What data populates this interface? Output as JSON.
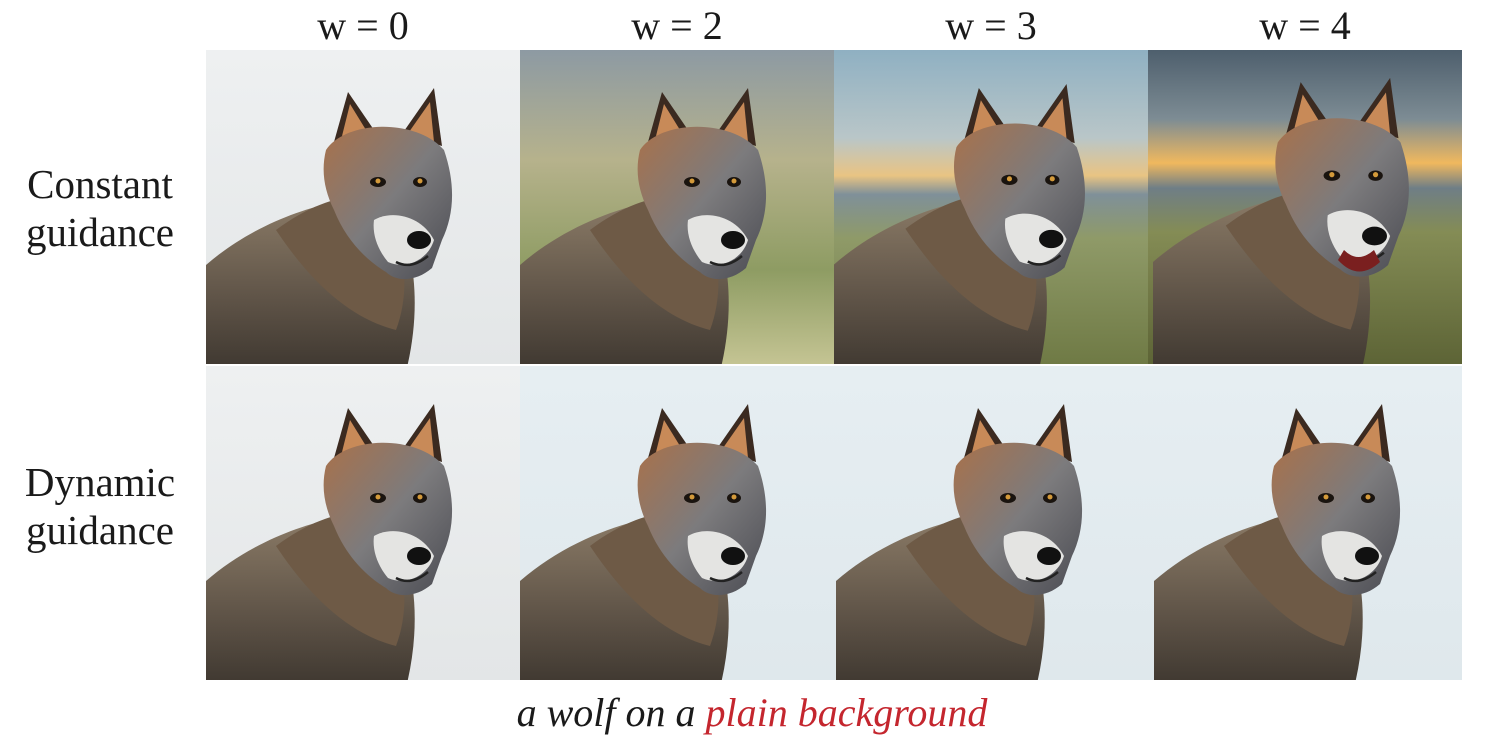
{
  "columns": [
    {
      "label": "w = 0"
    },
    {
      "label": "w = 2"
    },
    {
      "label": "w = 3"
    },
    {
      "label": "w = 4"
    }
  ],
  "rows": [
    {
      "label_line1": "Constant",
      "label_line2": "guidance"
    },
    {
      "label_line1": "Dynamic",
      "label_line2": "guidance"
    }
  ],
  "caption": {
    "prefix": "a wolf on a",
    "highlight": "plain background"
  },
  "colors": {
    "highlight": "#c4262e",
    "text": "#1a1a1a"
  }
}
